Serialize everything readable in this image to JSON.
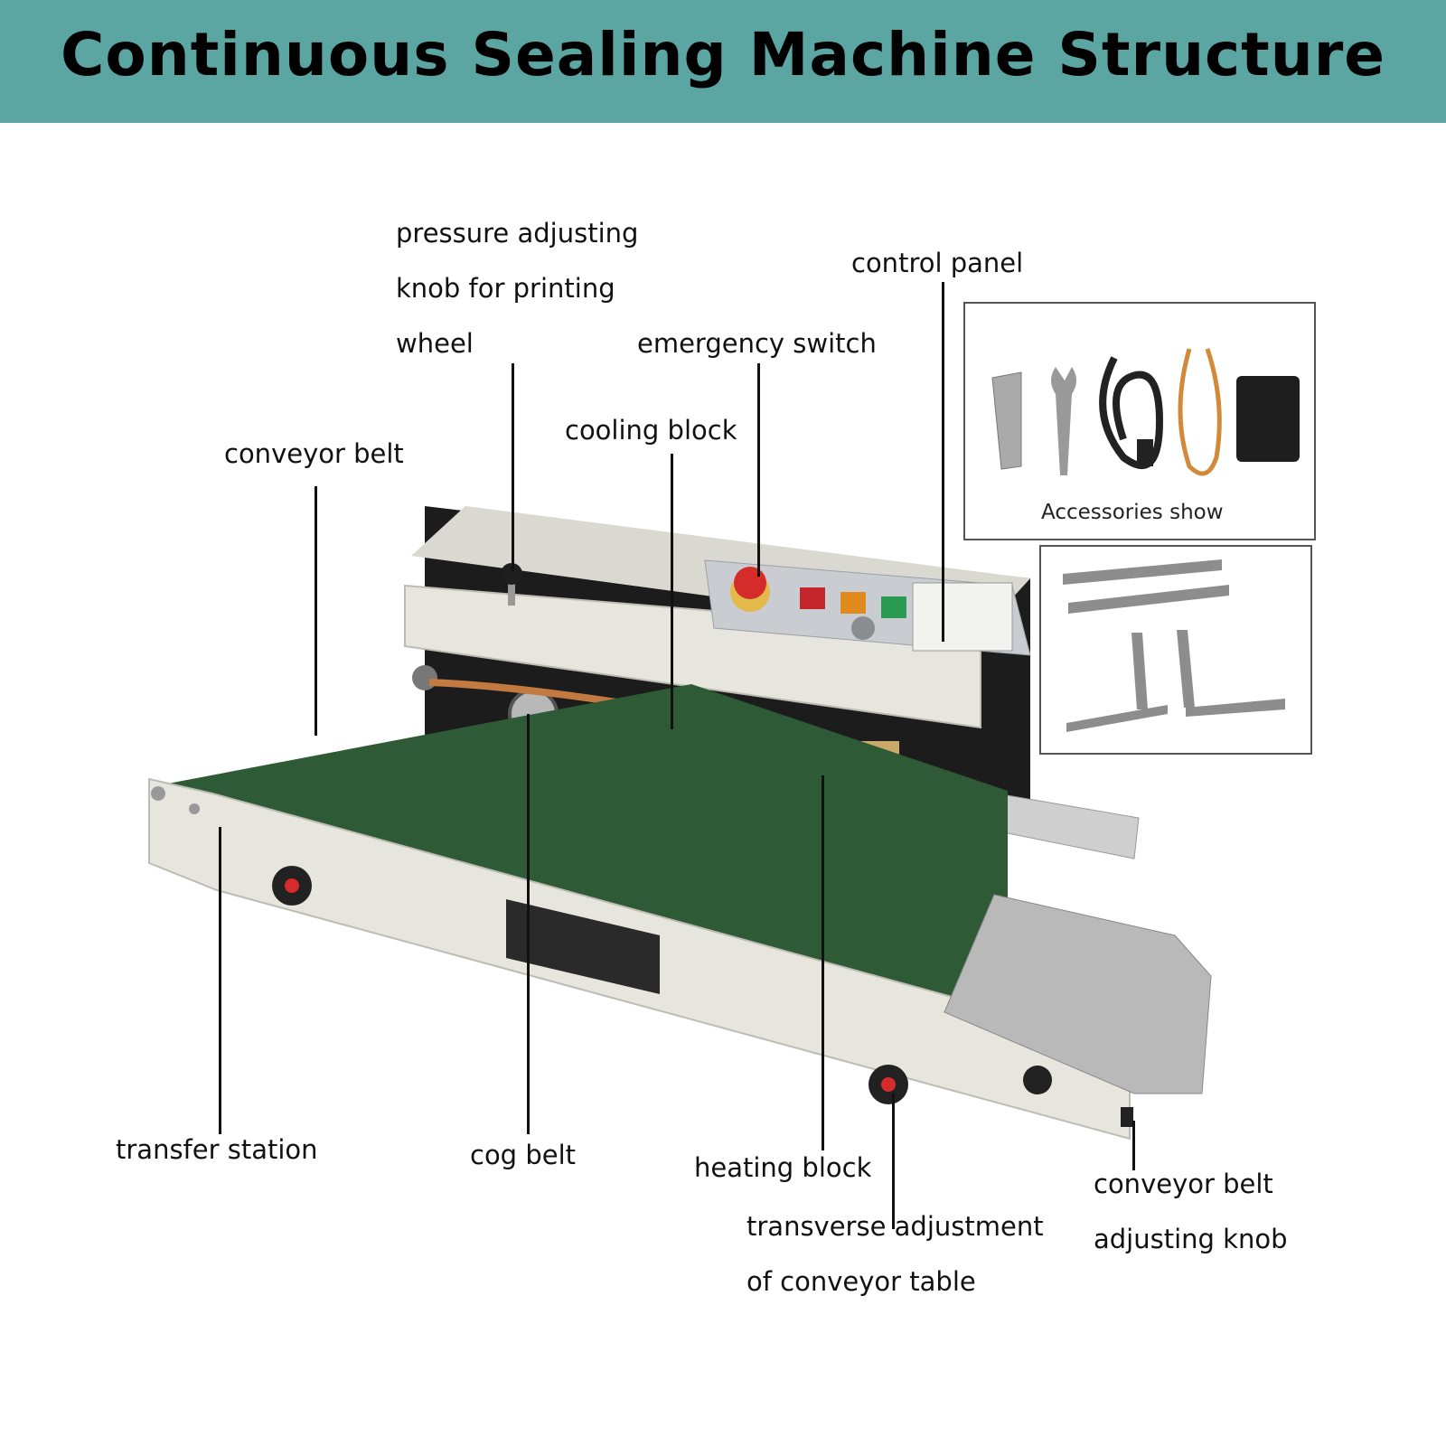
{
  "title": "Continuous Sealing Machine Structure",
  "labels": {
    "pressure_knob": [
      "pressure adjusting",
      "knob for printing",
      "wheel"
    ],
    "control_panel": "control panel",
    "emergency_switch": "emergency switch",
    "cooling_block": "cooling block",
    "conveyor_belt": "conveyor belt",
    "transfer_station": "transfer station",
    "cog_belt": "cog belt",
    "heating_block": "heating block",
    "transverse_adjustment": [
      "transverse adjustment",
      "of conveyor table"
    ],
    "conveyor_belt_knob": [
      "conveyor belt",
      "adjusting knob"
    ]
  },
  "accessories_caption": "Accessories show",
  "colors": {
    "banner": "#5ba6a2",
    "belt_green": "#2f5a36",
    "machine_body": "#e4e3dc",
    "emergency_red": "#d62b2b"
  }
}
